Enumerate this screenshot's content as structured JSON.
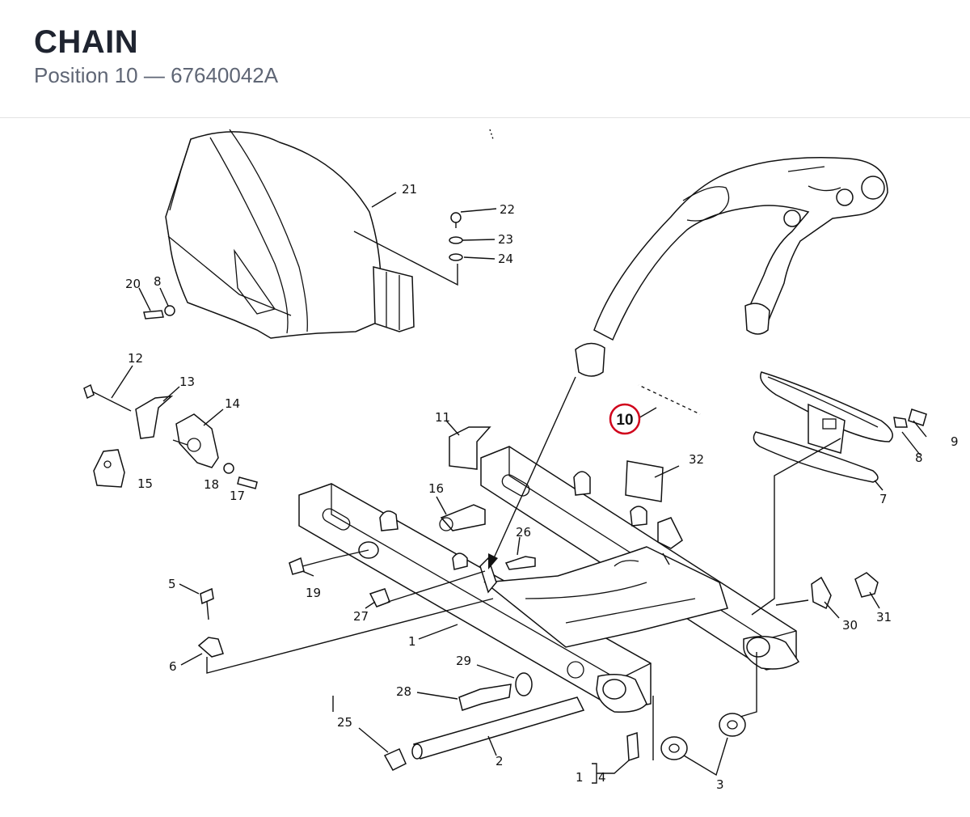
{
  "header": {
    "title": "CHAIN",
    "subtitle": "Position 10 — 67640042A"
  },
  "highlight": {
    "label": "10",
    "color": "#d0021b"
  },
  "labels": {
    "l1": "1",
    "l1b": "1",
    "l2": "2",
    "l3": "3",
    "l4": "4",
    "l5": "5",
    "l6": "6",
    "l7": "7",
    "l8a": "8",
    "l8b": "8",
    "l9": "9",
    "l11": "11",
    "l12": "12",
    "l13": "13",
    "l14": "14",
    "l15": "15",
    "l16": "16",
    "l17": "17",
    "l18": "18",
    "l19": "19",
    "l20": "20",
    "l21": "21",
    "l22": "22",
    "l23": "23",
    "l24": "24",
    "l25": "25",
    "l26": "26",
    "l27": "27",
    "l28": "28",
    "l29": "29",
    "l30": "30",
    "l31": "31",
    "l32": "32"
  }
}
